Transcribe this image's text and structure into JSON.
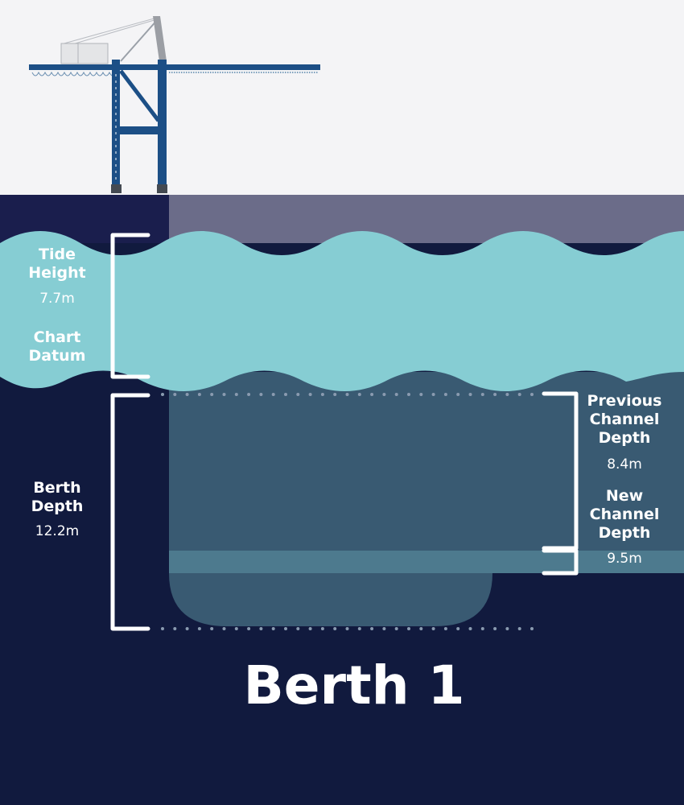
{
  "labels": {
    "tide_height": "Tide Height",
    "tide_height_value": "7.7m",
    "chart_datum": "Chart Datum",
    "berth_depth": "Berth Depth",
    "berth_depth_value": "12.2m",
    "previous_channel_depth": "Previous Channel Depth",
    "previous_channel_depth_value": "8.4m",
    "new_channel_depth": "New Channel Depth",
    "new_channel_depth_value": "9.5m"
  },
  "title": "Berth 1",
  "colors": {
    "sky": "#f4f4f6",
    "deep_water": "#111a3e",
    "water_above_tide": "#6b6c89",
    "tide_band": "#86cdd3",
    "channel": "#395a72",
    "dredged_band": "#4d7a8e",
    "crane": "#1c4f86",
    "bracket": "#ffffff"
  }
}
